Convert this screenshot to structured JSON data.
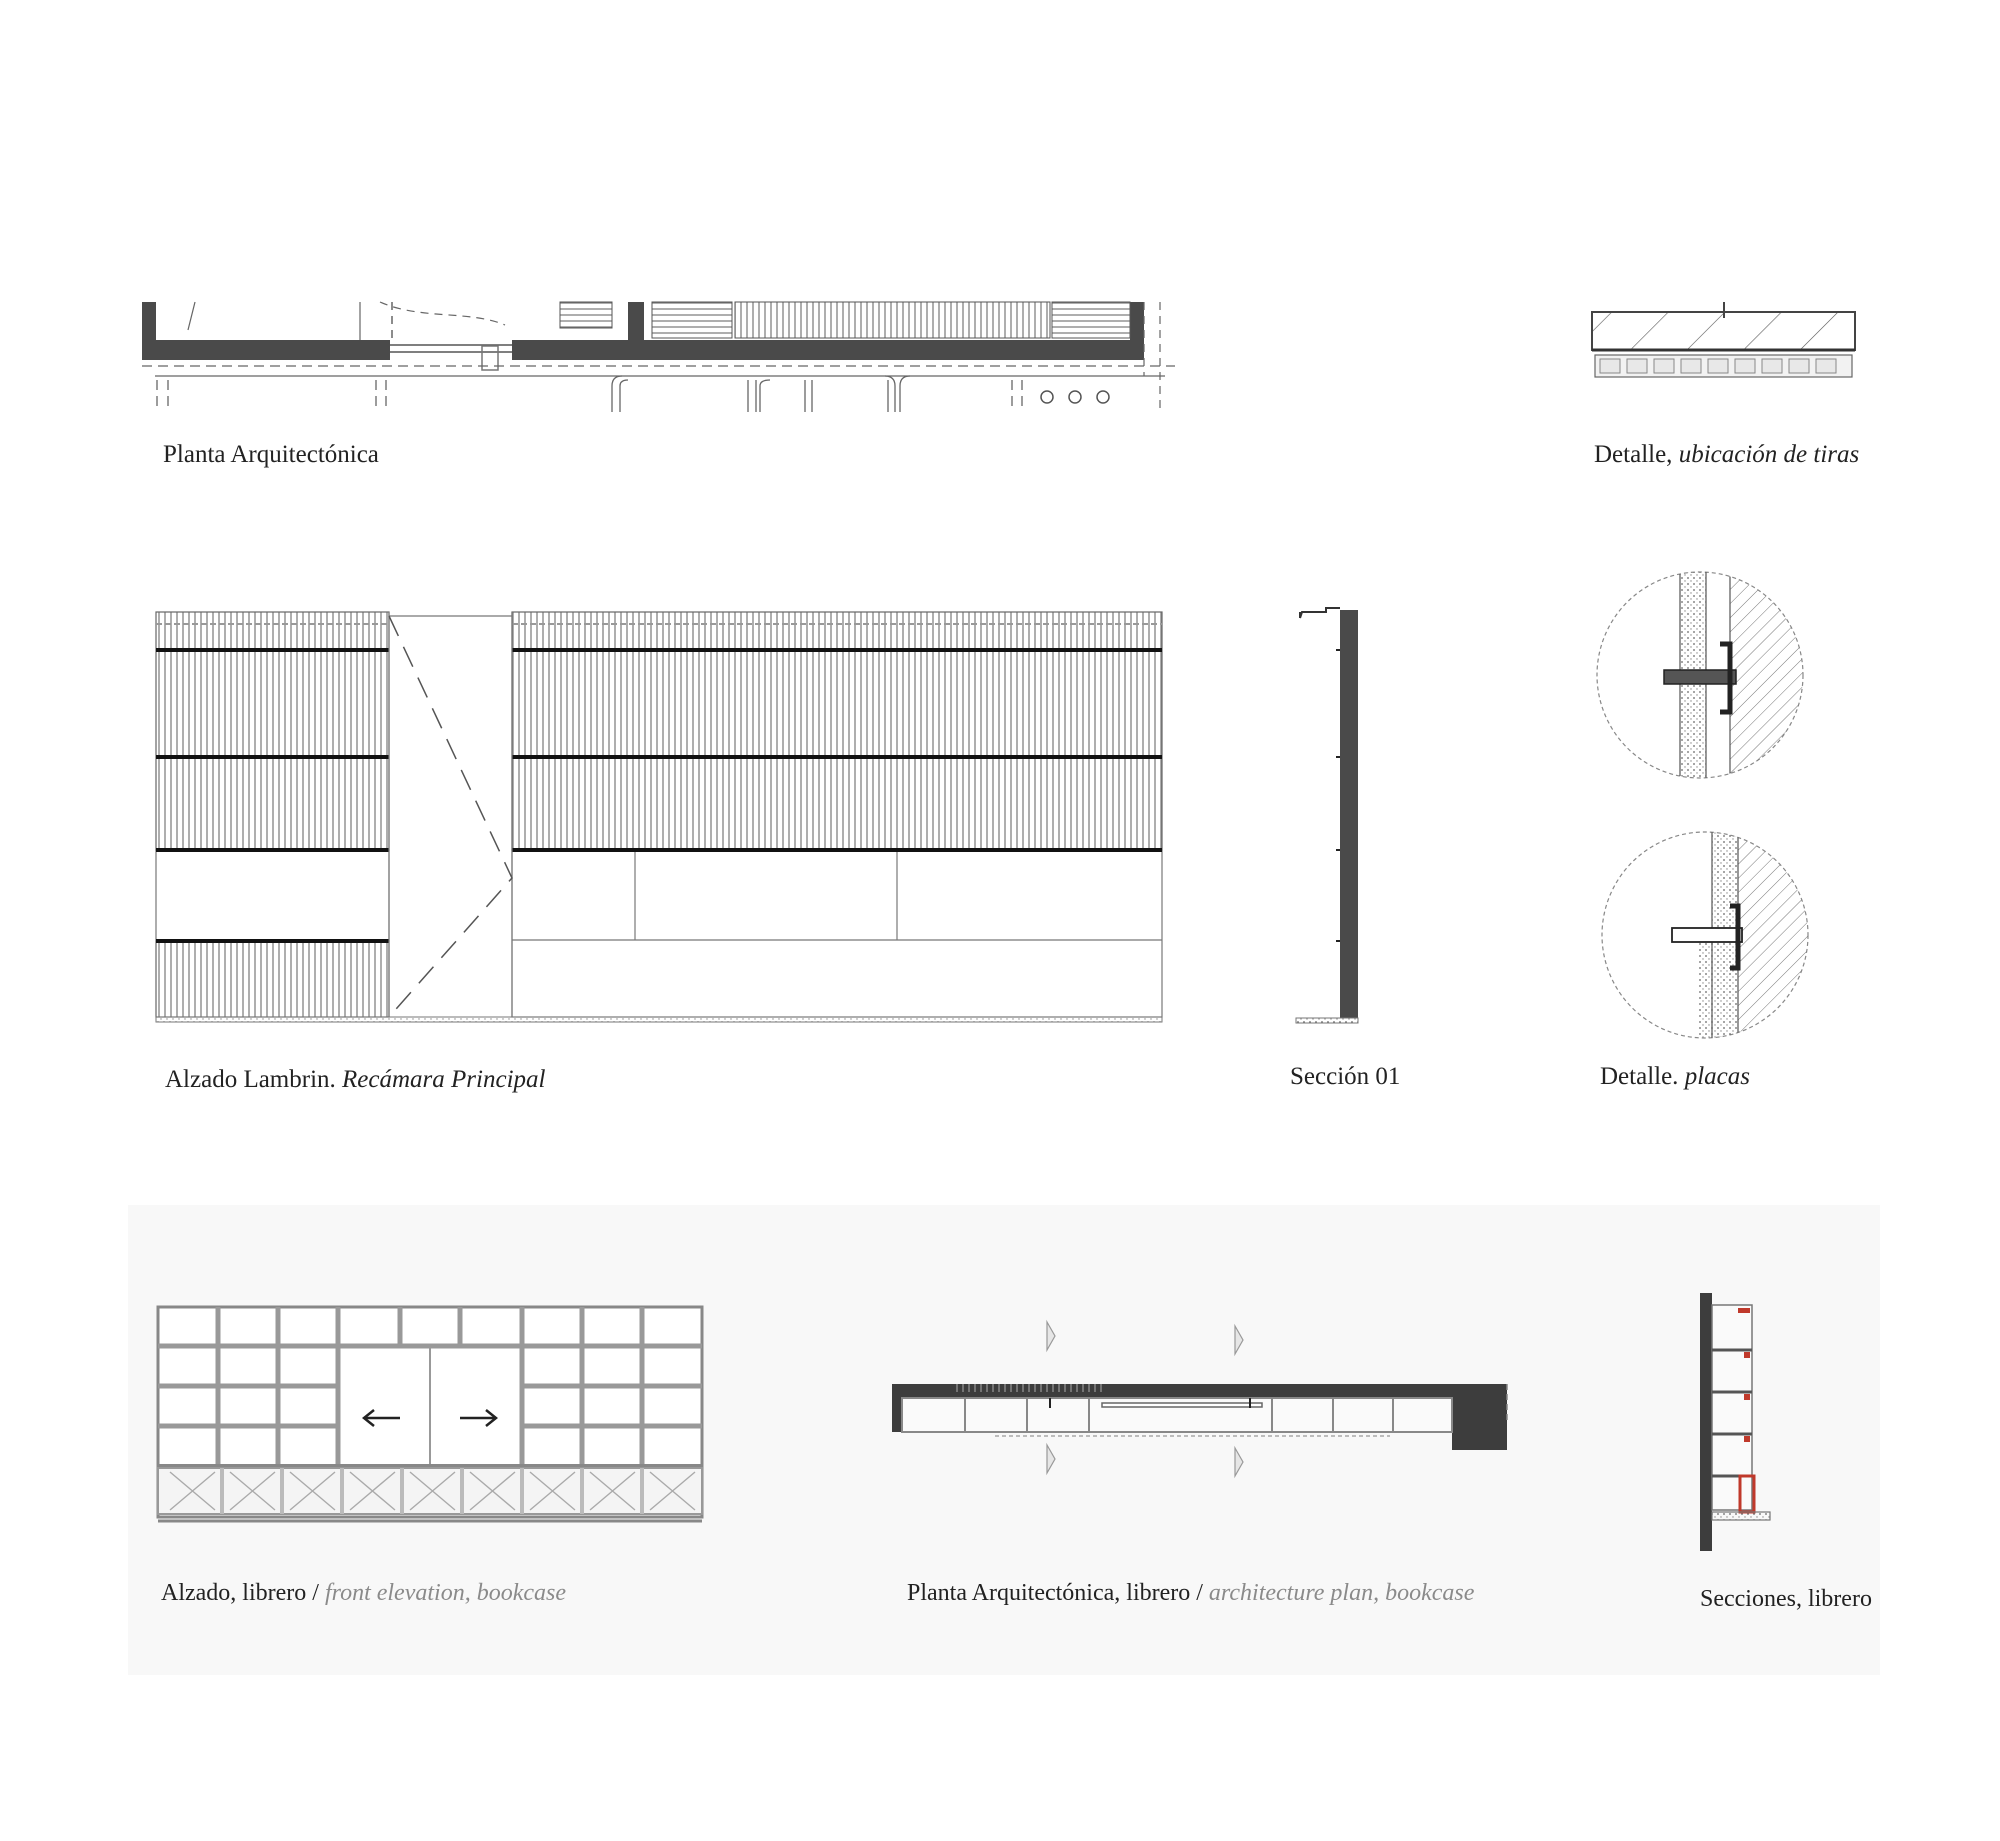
{
  "captions": {
    "planta": "Planta Arquitectónica",
    "detalle_tiras": {
      "main": "Detalle, ",
      "italic": "ubicación de tiras"
    },
    "alzado_lambrin": {
      "main": "Alzado Lambrin. ",
      "italic": "Recámara Principal"
    },
    "seccion": "Sección 01",
    "detalle_placas": {
      "main": "Detalle. ",
      "italic": "placas"
    },
    "alzado_librero": {
      "main": "Alzado, librero ",
      "sep": "/ ",
      "italic": "front elevation, bookcase"
    },
    "planta_librero": {
      "main": "Planta Arquitectónica, librero ",
      "sep": "/ ",
      "italic": "architecture plan, bookcase"
    },
    "secciones_librero": "Secciones, librero"
  },
  "colors": {
    "ink": "#222222",
    "wall": "#4a4a4a",
    "line": "#555555",
    "hatch": "#8c8c8c",
    "panel_bg": "#f8f8f8",
    "accent_red": "#c0392b"
  }
}
